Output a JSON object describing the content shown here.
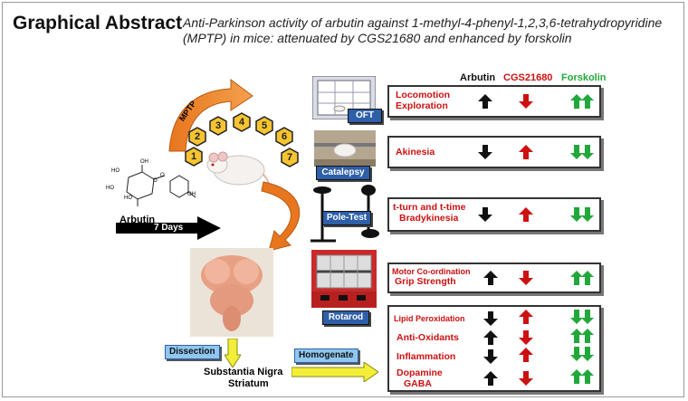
{
  "header": {
    "title": "Graphical Abstract",
    "subtitle": "Anti-Parkinson activity of arbutin against 1-methyl-4-phenyl-1,2,3,6-tetrahydropyridine (MPTP) in mice: attenuated by CGS21680 and enhanced by forskolin"
  },
  "left": {
    "mptp": "MPTP",
    "days": [
      "1",
      "2",
      "3",
      "4",
      "5",
      "6",
      "7"
    ],
    "arbutin": "Arbutin",
    "duration": "7 Days",
    "dissection": "Dissection",
    "homogenate": "Homogenate",
    "tissue": "Substantia Nigra",
    "tissue2": "Striatum"
  },
  "tests": {
    "oft": "OFT",
    "catalepsy": "Catalepsy",
    "pole": "Pole-Test",
    "rotarod": "Rotarod"
  },
  "columns": {
    "arbutin": "Arbutin",
    "cgs": "CGS21680",
    "forskolin": "Forskolin"
  },
  "results": {
    "r1a": "Locomotion",
    "r1b": "Exploration",
    "r2": "Akinesia",
    "r3a": "t-turn and t-time",
    "r3b": "Bradykinesia",
    "r4a": "Motor Co-ordination",
    "r4b": "Grip Strength",
    "r5a": "Lipid Peroxidation",
    "r5b": "Anti-Oxidants",
    "r5c": "Inflammation",
    "r5d": "Dopamine",
    "r5e": "GABA"
  },
  "molecule": {
    "oh1": "OH",
    "ho1": "HO",
    "ho2": "HO",
    "ho3": "HO",
    "o1": "O",
    "o2": "O",
    "oh2": "OH"
  },
  "colors": {
    "accent_red": "#cc1111",
    "green": "#22a83a",
    "black": "#111111",
    "label_blue": "#2e5fa8",
    "orange": "#e8761e"
  }
}
